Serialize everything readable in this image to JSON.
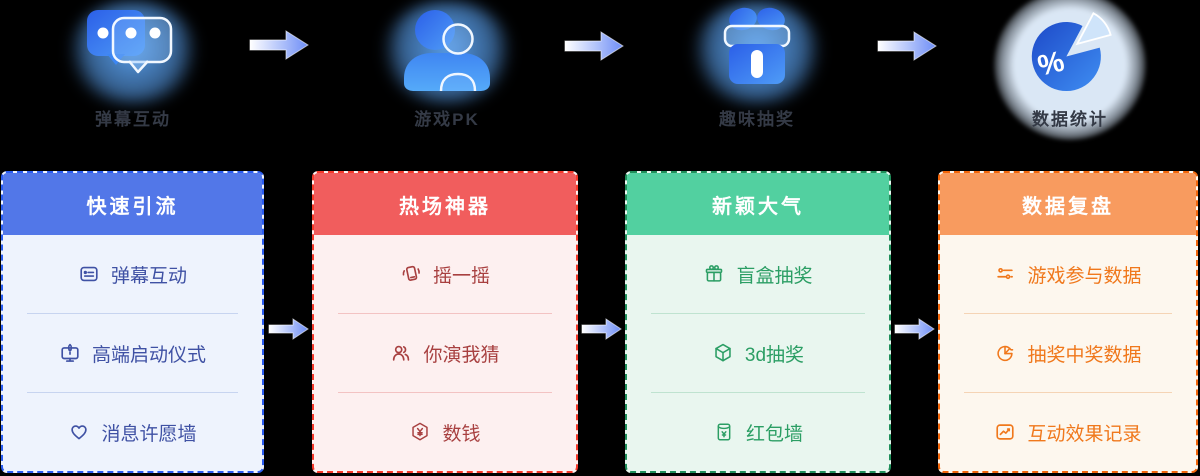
{
  "flow": {
    "steps": [
      {
        "label": "弹幕互动",
        "icon": "chat-bubbles-icon"
      },
      {
        "label": "游戏PK",
        "icon": "people-icon"
      },
      {
        "label": "趣味抽奖",
        "icon": "gift-box-icon"
      },
      {
        "label": "数据统计",
        "icon": "pie-chart-icon"
      }
    ],
    "arrow_icon": "arrow-right-icon",
    "arrow_gradient": [
      "#ffffff",
      "#6e8ef6"
    ]
  },
  "cards": [
    {
      "title": "快速引流",
      "theme": {
        "header_bg": "#5277e8",
        "border": "#2b5cf0",
        "body_bg": "#eef3fd",
        "text": "#3f51a4",
        "divider": "#c7d4f0",
        "title_color": "#ffffff"
      },
      "items": [
        {
          "icon": "bullet-list-icon",
          "label": "弹幕互动"
        },
        {
          "icon": "launch-ceremony-icon",
          "label": "高端启动仪式"
        },
        {
          "icon": "heart-icon",
          "label": "消息许愿墙"
        }
      ]
    },
    {
      "title": "热场神器",
      "theme": {
        "header_bg": "#f15d5d",
        "border": "#f5392b",
        "body_bg": "#fdf0f0",
        "text": "#a84040",
        "divider": "#f3c3c3",
        "title_color": "#ffffff"
      },
      "items": [
        {
          "icon": "shake-phone-icon",
          "label": "摇一摇"
        },
        {
          "icon": "two-people-icon",
          "label": "你演我猜"
        },
        {
          "icon": "coin-yuan-icon",
          "label": "数钱"
        }
      ]
    },
    {
      "title": "新颖大气",
      "theme": {
        "header_bg": "#52d0a0",
        "border": "#1f8f5a",
        "body_bg": "#e9f6ef",
        "text": "#2b9e64",
        "divider": "#bfe3d0",
        "title_color": "#ffffff"
      },
      "items": [
        {
          "icon": "gift-outline-icon",
          "label": "盲盒抽奖"
        },
        {
          "icon": "cube-3d-icon",
          "label": "3d抽奖"
        },
        {
          "icon": "red-packet-icon",
          "label": "红包墙"
        }
      ]
    },
    {
      "title": "数据复盘",
      "theme": {
        "header_bg": "#f89b5f",
        "border": "#f2660a",
        "body_bg": "#fdf7ee",
        "text": "#f0781c",
        "divider": "#f5d4b5",
        "title_color": "#ffffff"
      },
      "items": [
        {
          "icon": "sliders-icon",
          "label": "游戏参与数据"
        },
        {
          "icon": "pie-outline-icon",
          "label": "抽奖中奖数据"
        },
        {
          "icon": "trend-chart-icon",
          "label": "互动效果记录"
        }
      ]
    }
  ]
}
